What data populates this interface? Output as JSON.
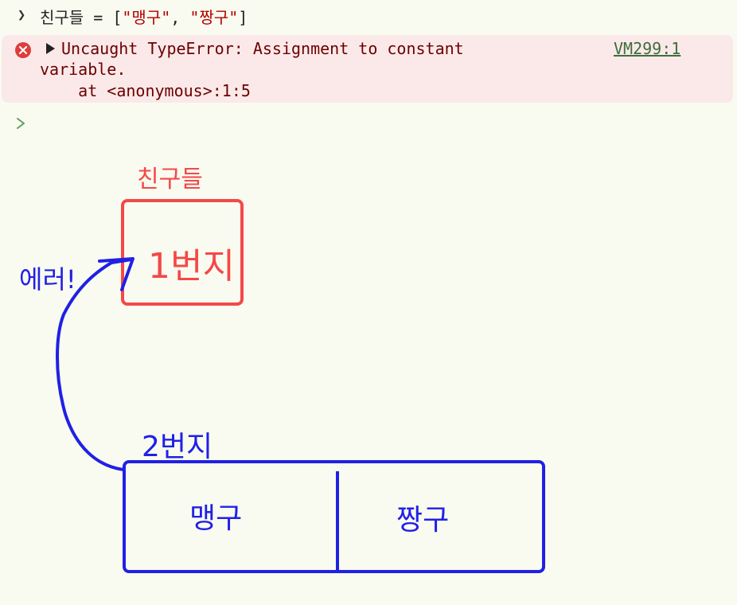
{
  "console": {
    "input": {
      "var_name": "친구들",
      "assign": " = [",
      "item1": "\"맹구\"",
      "sep": ", ",
      "item2": "\"짱구\"",
      "close": "]"
    },
    "error": {
      "line1": "Uncaught TypeError: Assignment to constant",
      "line2": "variable.",
      "line3": "    at <anonymous>:1:5",
      "source": "VM299:1"
    }
  },
  "annotation": {
    "const_label": "친구들",
    "const_box_text": "1번지",
    "error_label": "에러!",
    "array_label": "2번지",
    "array_items": [
      "맹구",
      "짱구"
    ]
  },
  "colors": {
    "red": "#f44848",
    "blue": "#2020e6",
    "error_bg": "#fbe9e9"
  }
}
